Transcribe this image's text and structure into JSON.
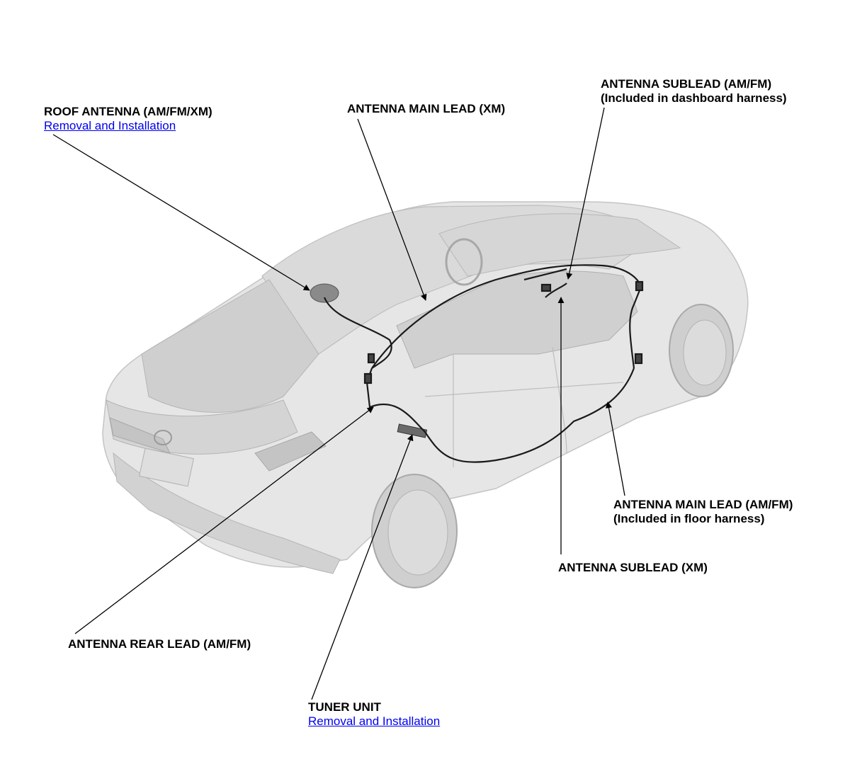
{
  "labels": {
    "roof_antenna": {
      "title": "ROOF ANTENNA (AM/FM/XM)",
      "link": "Removal and Installation"
    },
    "main_lead_xm": {
      "title": "ANTENNA MAIN LEAD (XM)"
    },
    "sublead_amfm": {
      "title": "ANTENNA SUBLEAD (AM/FM)",
      "note": "(Included in dashboard harness)"
    },
    "main_lead_amfm": {
      "title": "ANTENNA MAIN LEAD (AM/FM)",
      "note": "(Included in floor harness)"
    },
    "sublead_xm": {
      "title": "ANTENNA SUBLEAD (XM)"
    },
    "rear_lead_amfm": {
      "title": "ANTENNA REAR LEAD (AM/FM)"
    },
    "tuner_unit": {
      "title": "TUNER UNIT",
      "link": "Removal and Installation"
    }
  },
  "colors": {
    "link": "#0000ee",
    "car_body": "#e4e4e4",
    "car_shadow": "#c9c9c9",
    "harness": "#1a1a1a"
  },
  "illustration": "sedan-rear-three-quarter-view"
}
